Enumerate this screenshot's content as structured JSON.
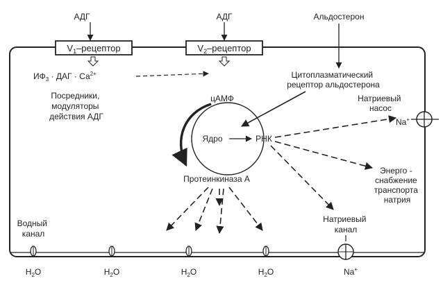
{
  "hormones": {
    "adh_left": "АДГ",
    "adh_right": "АДГ",
    "aldosterone": "Альдостерон"
  },
  "receptors": {
    "v1": {
      "main": "V",
      "sub": "1",
      "rest": "–рецептор"
    },
    "v2": {
      "main": "V",
      "sub": "2",
      "rest": "–рецептор"
    }
  },
  "second_messengers": {
    "ip": "ИФ",
    "ip_sub": "3",
    "dag": " · ДАГ · Са",
    "ca_sup": "2+"
  },
  "mediators": [
    "Посредники,",
    "модуляторы",
    "действия АДГ"
  ],
  "cytoplasmic_receptor": [
    "Цитоплазматический",
    "рецептор альдостерона"
  ],
  "camp": "цАМФ",
  "nucleus": "Ядро",
  "rna": "РНК",
  "protein_kinase": "Протеинкиназа  А",
  "sodium_pump": [
    "Натриевый",
    "насос"
  ],
  "sodium_pump_ion": {
    "symbol": "Na",
    "sup": "+"
  },
  "energy_supply": [
    "Энерго -",
    "снабжение",
    "транспорта",
    "натрия"
  ],
  "sodium_channel": [
    "Натриевый",
    "канал"
  ],
  "water_channel": [
    "Водный",
    "канал"
  ],
  "water_labels": [
    {
      "h": "H",
      "sub": "2",
      "o": "O"
    },
    {
      "h": "H",
      "sub": "2",
      "o": "O"
    },
    {
      "h": "H",
      "sub": "2",
      "o": "O"
    },
    {
      "h": "H",
      "sub": "2",
      "o": "O"
    }
  ],
  "sodium_bottom": {
    "symbol": "Na",
    "sup": "+"
  }
}
